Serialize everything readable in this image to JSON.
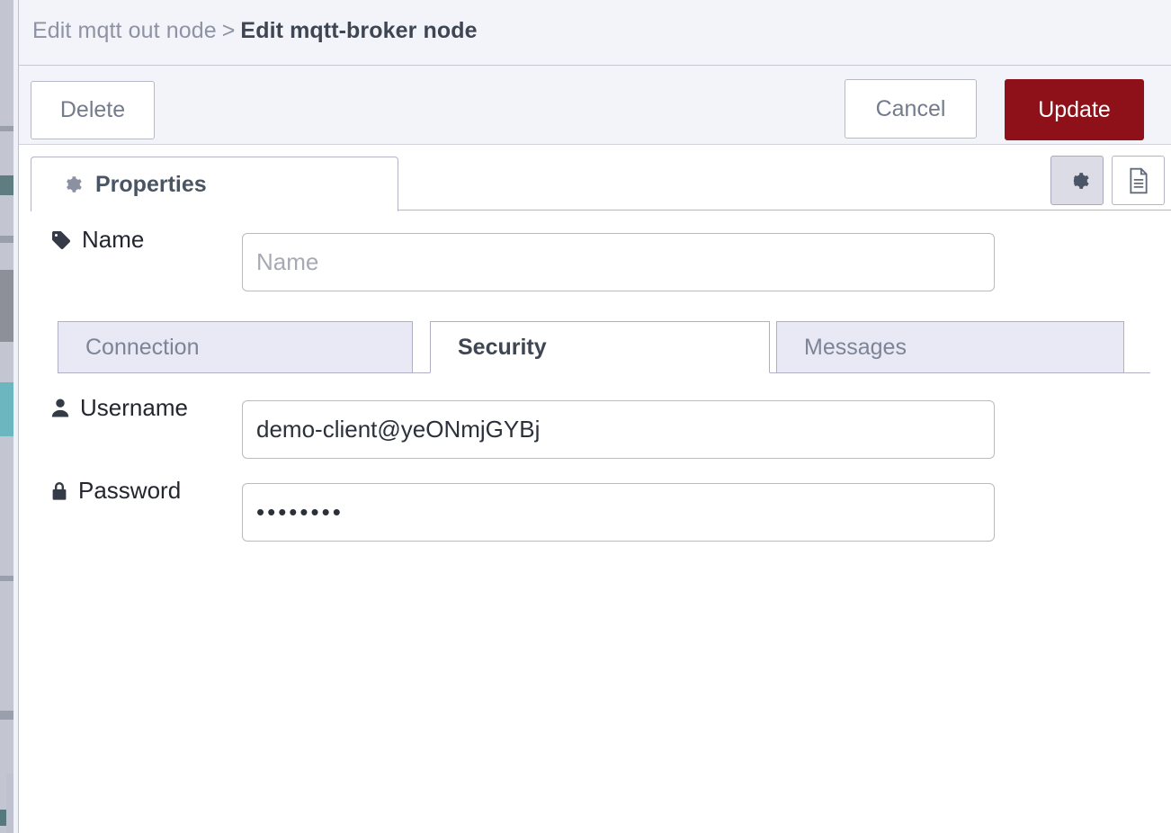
{
  "window": {
    "breadcrumb": {
      "parent": "Edit mqtt out node",
      "separator": ">",
      "current": "Edit mqtt-broker node"
    }
  },
  "toolbar": {
    "delete_label": "Delete",
    "cancel_label": "Cancel",
    "update_label": "Update",
    "update_color": "#8e1119"
  },
  "tabbar": {
    "properties_label": "Properties",
    "properties_icon": "gear-icon",
    "icon_buttons": [
      {
        "name": "gear-icon",
        "active": true
      },
      {
        "name": "description-icon",
        "active": false
      }
    ]
  },
  "form": {
    "name": {
      "label": "Name",
      "icon": "tag-icon",
      "value": "",
      "placeholder": "Name"
    },
    "subtabs": [
      {
        "label": "Connection",
        "active": false
      },
      {
        "label": "Security",
        "active": true
      },
      {
        "label": "Messages",
        "active": false
      }
    ],
    "username": {
      "label": "Username",
      "icon": "user-icon",
      "value": "demo-client@yeONmjGYBj",
      "placeholder": ""
    },
    "password": {
      "label": "Password",
      "icon": "lock-icon",
      "masked_value": "••••••••",
      "placeholder": ""
    }
  }
}
